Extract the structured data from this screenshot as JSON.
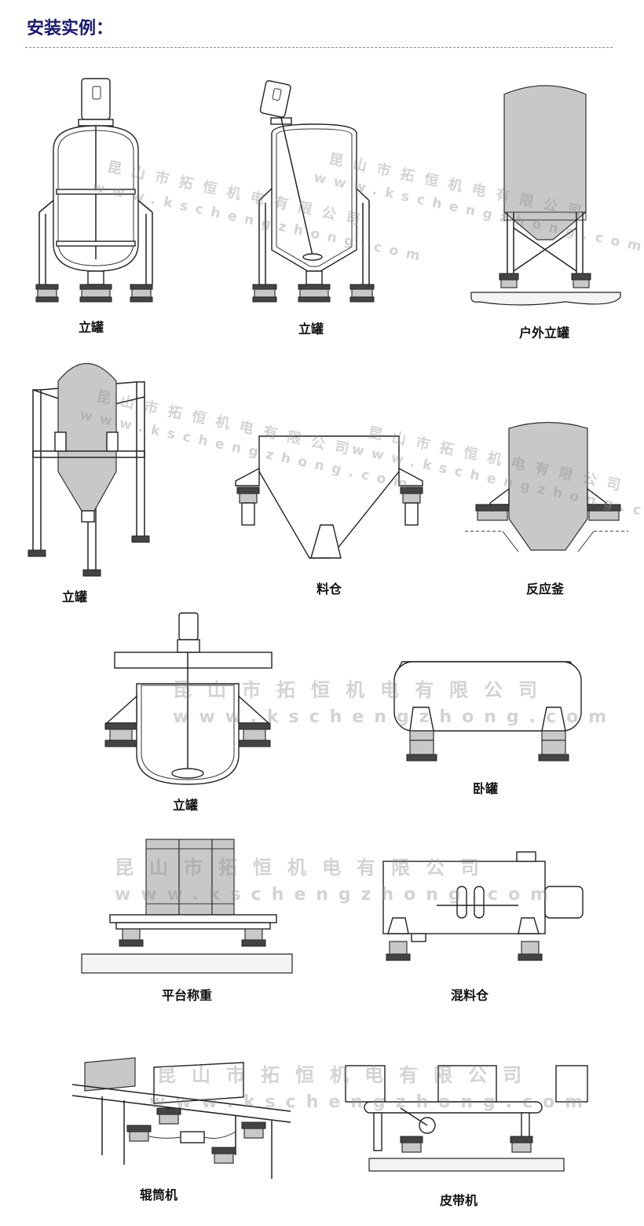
{
  "header": {
    "title": "安装实例："
  },
  "watermark": {
    "company": "昆山市拓恒机电有限公司",
    "website": "www.kschengzhong.com"
  },
  "captions": [
    "立罐",
    "立罐",
    "户外立罐",
    "立罐",
    "料仓",
    "反应釜",
    "立罐",
    "卧罐",
    "平台称重",
    "混料仓",
    "辊筒机",
    "皮带机"
  ]
}
